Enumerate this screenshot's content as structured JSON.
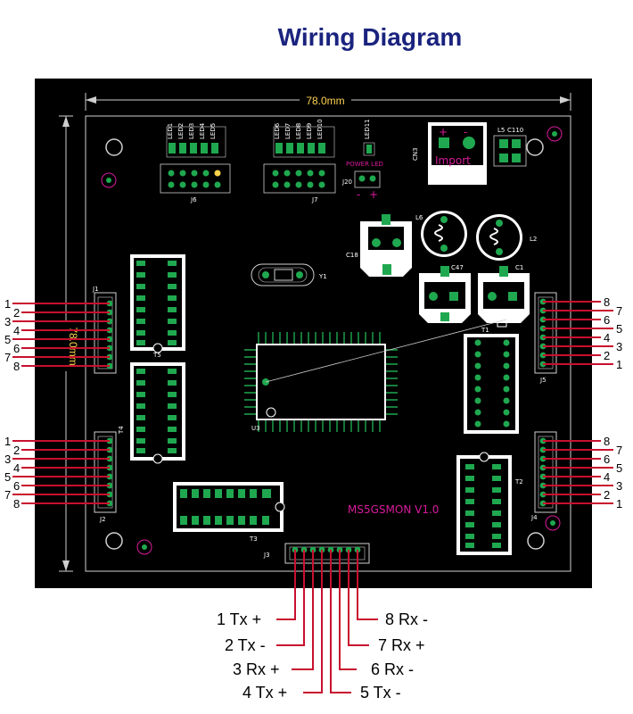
{
  "title": "Wiring Diagram",
  "board": {
    "dimension_label": "78.0mm",
    "board_name": "MS5GSMON  V1.0",
    "power_led_label": "POWER LED",
    "import_label": "Import",
    "import_plus": "+",
    "import_minus": "-",
    "power_plus": "+",
    "power_minus": "-",
    "connector_labels": [
      "J1",
      "J2",
      "J3",
      "J4",
      "J5",
      "J6",
      "J7",
      "J20",
      "CN3"
    ],
    "chip_labels": [
      "U3",
      "T1",
      "T2",
      "T3",
      "T5",
      "T4",
      "Y1",
      "C18",
      "C47",
      "C1",
      "L6",
      "L2",
      "L5",
      "C110",
      "LED11"
    ],
    "led_labels_left": [
      "LED1",
      "LED2",
      "LED3",
      "LED4",
      "LED5"
    ],
    "led_labels_right": [
      "LED6",
      "LED7",
      "LED8",
      "LED9",
      "LED10"
    ]
  },
  "connector_pins": {
    "left": [
      "1",
      "2",
      "3",
      "4",
      "5",
      "6",
      "7",
      "8"
    ],
    "right": [
      "8",
      "7",
      "6",
      "5",
      "4",
      "3",
      "2",
      "1"
    ]
  },
  "bottom_signals": {
    "left": [
      "1  Tx +",
      "2  Tx -",
      "3  Rx +",
      "4  Tx +"
    ],
    "right": [
      "8  Rx -",
      "7  Rx +",
      "6  Rx -",
      "5  Tx -"
    ]
  },
  "colors": {
    "title": "#1a237e",
    "board": "#000000",
    "wire": "#c8102e",
    "pad": "#1fa84f",
    "silkscreen": "#ffffff",
    "dimension": "#ffd34d",
    "label_magenta": "#d81b9b"
  }
}
